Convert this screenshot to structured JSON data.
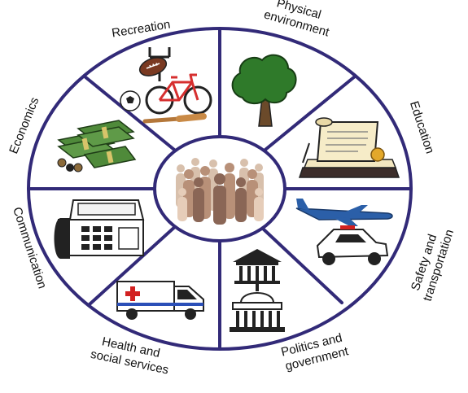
{
  "colors": {
    "ring": "#322a78",
    "text": "#111111",
    "tree_canopy": "#2f7a2a",
    "tree_trunk": "#6b4a2a",
    "money": "#4f8a3a",
    "bike": "#d62f2f",
    "plane": "#2b5fa8",
    "cross": "#d22020",
    "crowd": "#c7a58e"
  },
  "segments": [
    {
      "id": "recreation",
      "label_lines": [
        "Recreation"
      ],
      "icon": "bicycle-football-ball-bat-icon"
    },
    {
      "id": "physical-environment",
      "label_lines": [
        "Physical",
        "environment"
      ],
      "icon": "tree-icon"
    },
    {
      "id": "education",
      "label_lines": [
        "Education"
      ],
      "icon": "diploma-books-icon"
    },
    {
      "id": "safety-transportation",
      "label_lines": [
        "Safety and",
        "transportation"
      ],
      "icon": "airplane-police-car-icon"
    },
    {
      "id": "politics-government",
      "label_lines": [
        "Politics and",
        "government"
      ],
      "icon": "capitol-building-icon"
    },
    {
      "id": "health-social-services",
      "label_lines": [
        "Health and",
        "social services"
      ],
      "icon": "ambulance-icon"
    },
    {
      "id": "communication",
      "label_lines": [
        "Communication"
      ],
      "icon": "fax-telephone-icon"
    },
    {
      "id": "economics",
      "label_lines": [
        "Economics"
      ],
      "icon": "money-stacks-icon"
    }
  ],
  "center": {
    "icon": "community-crowd-icon"
  }
}
